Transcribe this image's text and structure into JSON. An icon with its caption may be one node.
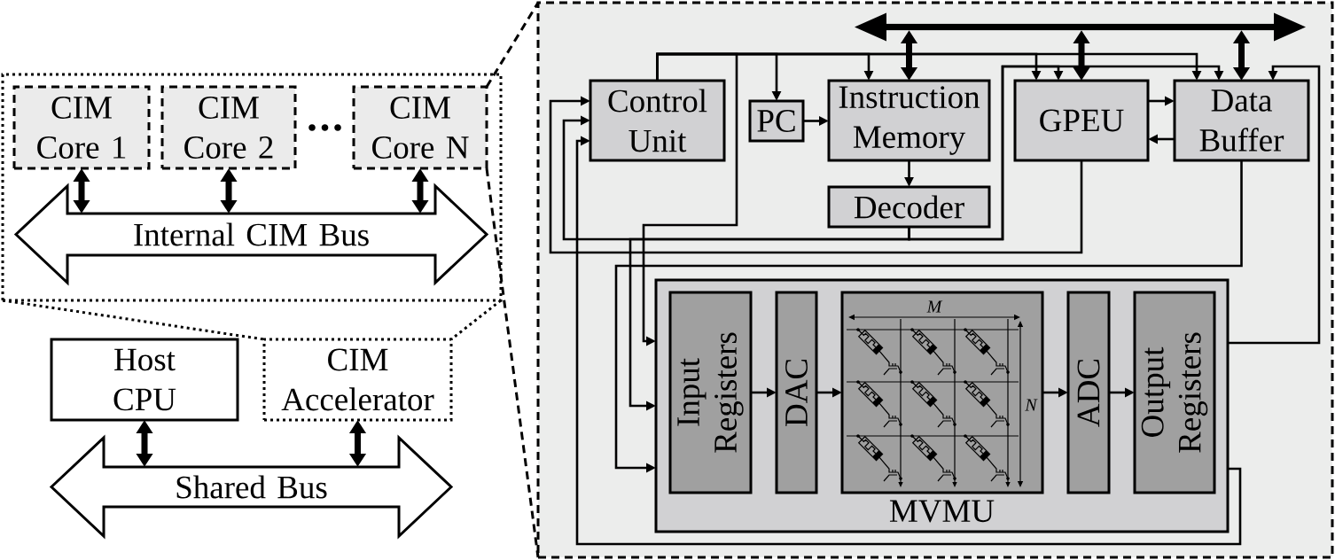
{
  "diagram": {
    "nodes": [
      {
        "text": [],
        "shape": "box"
      },
      {
        "text": [
          "CIM Core 1"
        ],
        "in": 0
      },
      {
        "text": [
          "CIM Core 2"
        ],
        "in": 0
      },
      {
        "text": [
          "CIM Core N"
        ],
        "in": 0
      },
      {
        "text": [
          "Internal CIM Bus"
        ],
        "in": 0
      },
      {
        "text": [
          "Host CPU"
        ]
      },
      {
        "text": [
          "CIM Accelerator"
        ]
      },
      {
        "text": [
          "Shared Bus"
        ]
      },
      {
        "text": [],
        "shape": "box"
      },
      {
        "text": [],
        "shape": "bar",
        "in": 8
      },
      {
        "text": [
          "Control Unit"
        ],
        "in": 8
      },
      {
        "text": [
          "PC"
        ],
        "in": 8
      },
      {
        "text": [
          "Instruction Memory"
        ],
        "in": 8
      },
      {
        "text": [
          "GPEU"
        ],
        "in": 8
      },
      {
        "text": [
          "Data Buffer"
        ],
        "in": 8
      },
      {
        "text": [
          "Decoder"
        ],
        "in": 8
      },
      {
        "text": [
          "MVMU"
        ],
        "in": 8
      },
      {
        "text": [
          "Input Registers"
        ],
        "in": 16
      },
      {
        "text": [
          "DAC"
        ],
        "in": 16
      },
      {
        "text": [],
        "shape": "box",
        "in": 16
      },
      {
        "text": [
          "ADC"
        ],
        "in": 16
      },
      {
        "text": [
          "Output Registers"
        ],
        "in": 16
      }
    ],
    "edges": [
      {
        "from": 1,
        "to": 4,
        "arrow": "both",
        "style": "thick"
      },
      {
        "from": 2,
        "to": 4,
        "arrow": "both",
        "style": "thick"
      },
      {
        "from": 3,
        "to": 4,
        "arrow": "both",
        "style": "thick"
      },
      {
        "from": 5,
        "to": 7,
        "arrow": "both",
        "style": "thick"
      },
      {
        "from": 6,
        "to": 7,
        "arrow": "both",
        "style": "thick"
      },
      {
        "from": 0,
        "to": 6,
        "arrow": "none",
        "style": "dashed"
      },
      {
        "from": 0,
        "to": 6,
        "arrow": "none",
        "style": "dashed"
      },
      {
        "from": 3,
        "to": 8,
        "arrow": "none",
        "style": "dashed"
      },
      {
        "from": 3,
        "to": 8,
        "arrow": "none",
        "style": "dashed"
      },
      {
        "from": 9,
        "to": 12,
        "arrow": "both",
        "style": "thick"
      },
      {
        "from": 9,
        "to": 13,
        "arrow": "both",
        "style": "thick"
      },
      {
        "from": 9,
        "to": 14,
        "arrow": "both",
        "style": "thick"
      },
      {
        "from": 10,
        "to": 11,
        "arrow": "to"
      },
      {
        "from": 10,
        "to": 12,
        "arrow": "to"
      },
      {
        "from": 10,
        "to": 13,
        "arrow": "to"
      },
      {
        "from": 10,
        "to": 14,
        "arrow": "to"
      },
      {
        "from": 10,
        "to": 16,
        "arrow": "to"
      },
      {
        "from": 11,
        "to": 12,
        "arrow": "to"
      },
      {
        "from": 12,
        "to": 15,
        "arrow": "to"
      },
      {
        "from": 15,
        "to": 10,
        "arrow": "to"
      },
      {
        "from": 15,
        "to": 13,
        "arrow": "to"
      },
      {
        "from": 15,
        "to": 14,
        "arrow": "to"
      },
      {
        "from": 15,
        "to": 16,
        "arrow": "to"
      },
      {
        "from": 13,
        "to": 14,
        "arrow": "to"
      },
      {
        "from": 14,
        "to": 13,
        "arrow": "to"
      },
      {
        "from": 13,
        "to": 10,
        "arrow": "to"
      },
      {
        "from": 14,
        "to": 16,
        "arrow": "to"
      },
      {
        "from": 16,
        "to": 14,
        "arrow": "to"
      },
      {
        "from": 16,
        "to": 10,
        "arrow": "to"
      },
      {
        "from": 17,
        "to": 18,
        "arrow": "to"
      },
      {
        "from": 18,
        "to": 19,
        "arrow": "to"
      },
      {
        "from": 19,
        "to": 20,
        "arrow": "to"
      },
      {
        "from": 20,
        "to": 21,
        "arrow": "to"
      }
    ],
    "labels": [
      "M",
      "N"
    ]
  }
}
